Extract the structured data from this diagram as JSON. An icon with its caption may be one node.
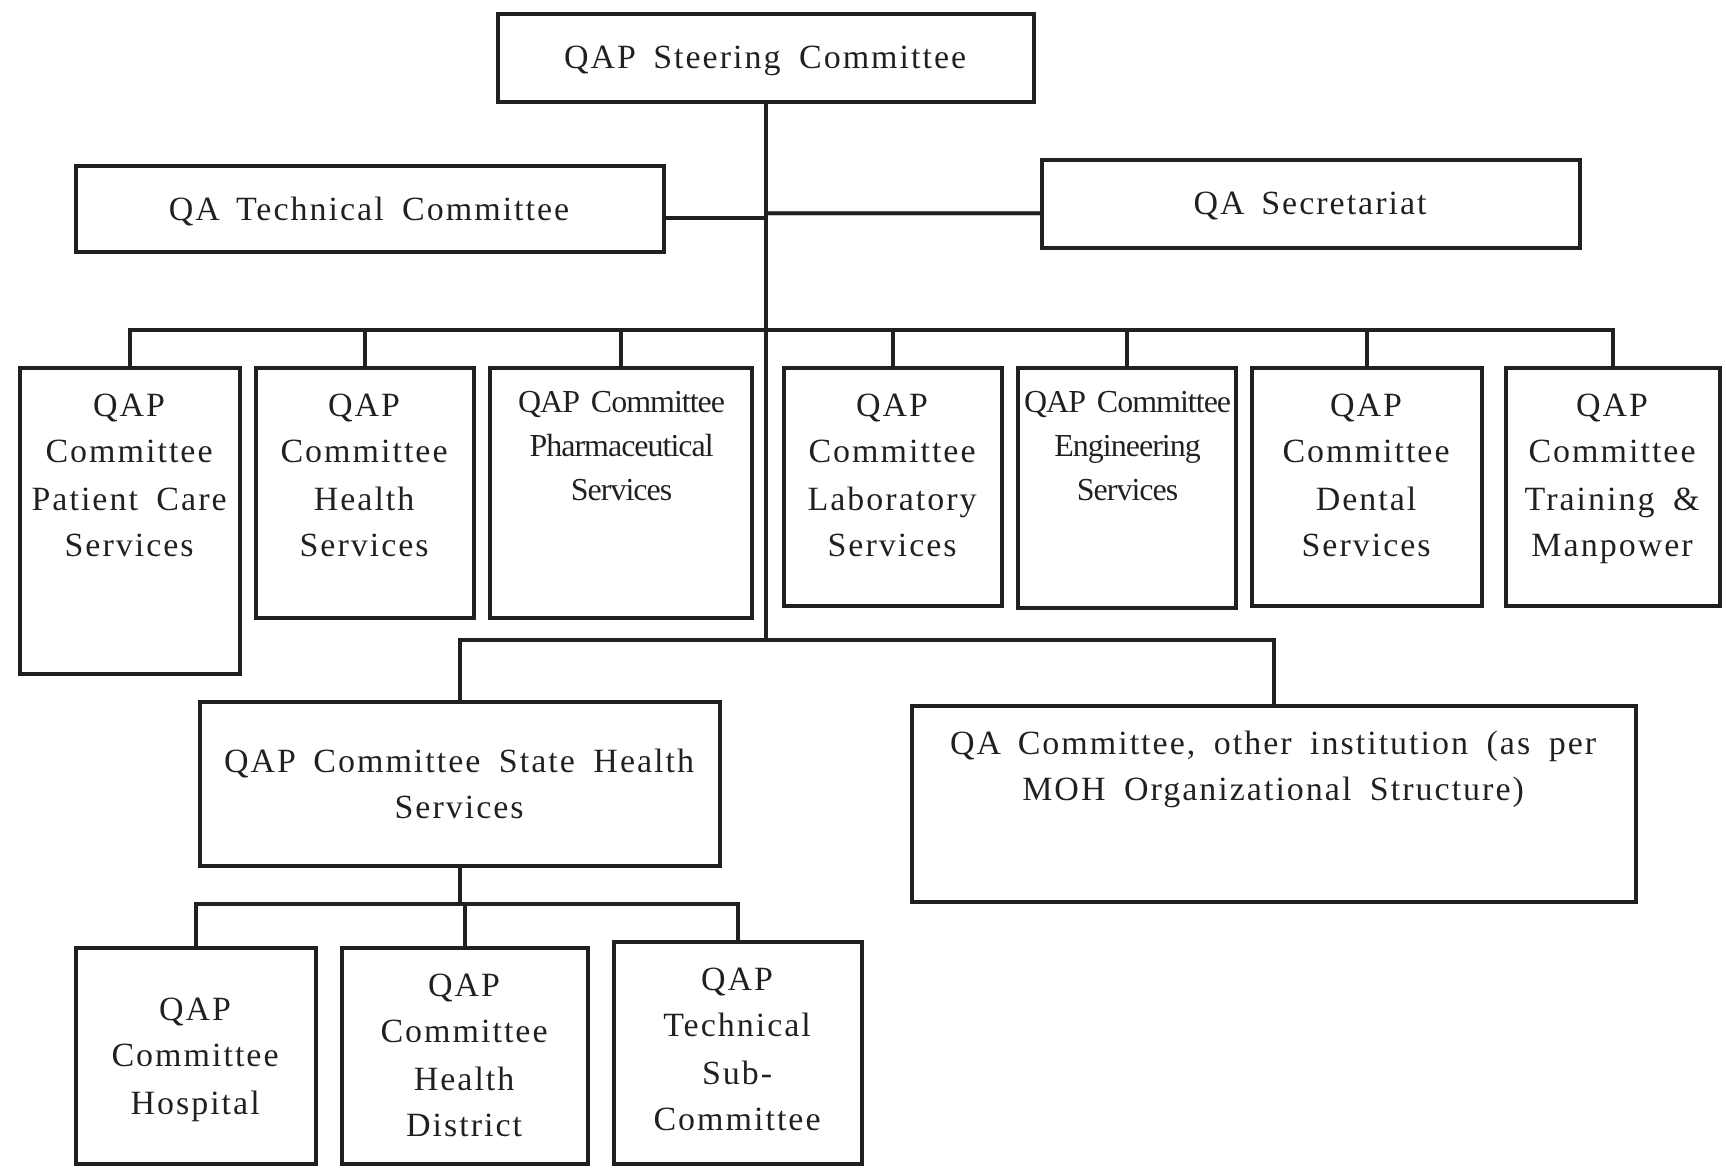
{
  "diagram": {
    "nodes": [
      {
        "text": [
          "QAP Steering Committee"
        ]
      },
      {
        "text": [
          "QA Technical Committee"
        ]
      },
      {
        "text": [
          "QA Secretariat"
        ]
      },
      {
        "text": [
          "QAP Committee Patient Care Services"
        ]
      },
      {
        "text": [
          "QAP Committee Health Services"
        ]
      },
      {
        "text": [
          "QAP Committee Pharmaceutical Services"
        ]
      },
      {
        "text": [
          "QAP Committee Laboratory Services"
        ]
      },
      {
        "text": [
          "QAP Committee Engineering Services"
        ]
      },
      {
        "text": [
          "QAP Committee Dental Services"
        ]
      },
      {
        "text": [
          "QAP Committee Training & Manpower"
        ]
      },
      {
        "text": [
          "QAP Committee State Health Services"
        ]
      },
      {
        "text": [
          "QA Committee, other institution (as per MOH Organizational Structure)"
        ]
      },
      {
        "text": [
          "QAP Committee Hospital"
        ]
      },
      {
        "text": [
          "QAP Committee Health District"
        ]
      },
      {
        "text": [
          "QAP Technical Sub-Committee"
        ]
      }
    ],
    "edges": [
      {
        "from": 0,
        "to": 1,
        "arrow": "none"
      },
      {
        "from": 0,
        "to": 2,
        "arrow": "none"
      },
      {
        "from": 0,
        "to": 3,
        "arrow": "none"
      },
      {
        "from": 0,
        "to": 4,
        "arrow": "none"
      },
      {
        "from": 0,
        "to": 5,
        "arrow": "none"
      },
      {
        "from": 0,
        "to": 6,
        "arrow": "none"
      },
      {
        "from": 0,
        "to": 7,
        "arrow": "none"
      },
      {
        "from": 0,
        "to": 8,
        "arrow": "none"
      },
      {
        "from": 0,
        "to": 9,
        "arrow": "none"
      },
      {
        "from": 0,
        "to": 10,
        "arrow": "none"
      },
      {
        "from": 0,
        "to": 11,
        "arrow": "none"
      },
      {
        "from": 10,
        "to": 12,
        "arrow": "none"
      },
      {
        "from": 10,
        "to": 13,
        "arrow": "none"
      },
      {
        "from": 10,
        "to": 14,
        "arrow": "none"
      }
    ]
  }
}
